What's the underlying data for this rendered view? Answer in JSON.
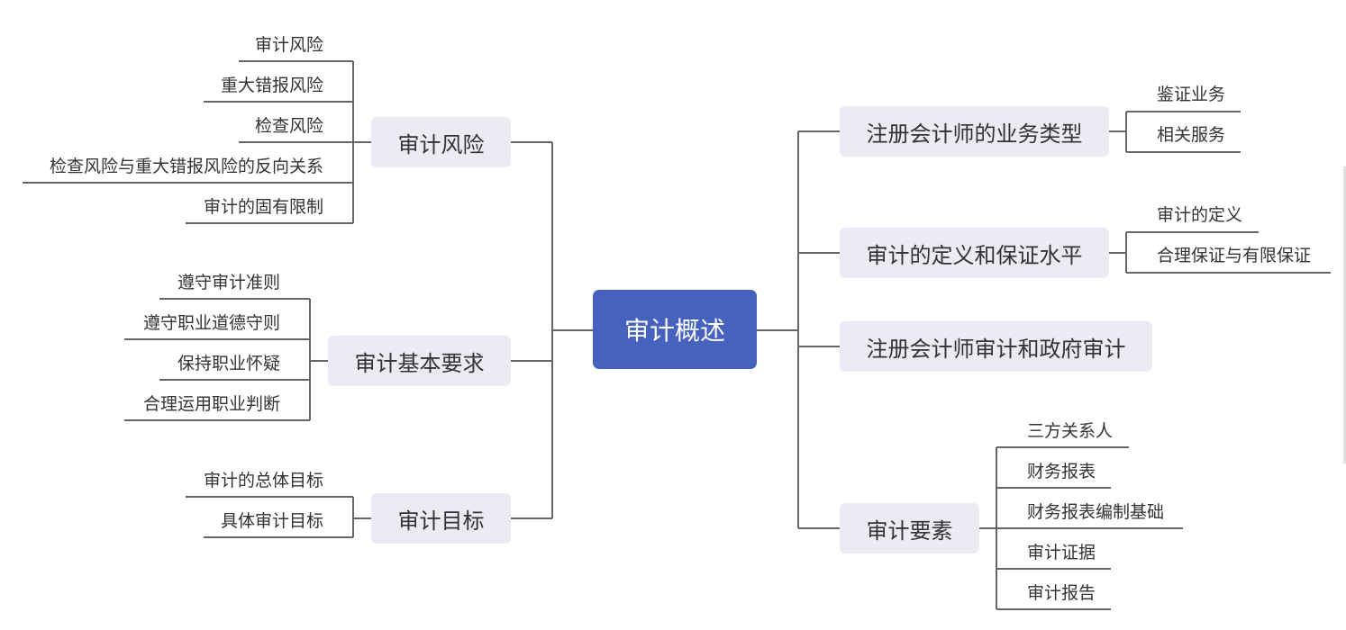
{
  "mindmap": {
    "root": {
      "label": "审计概述"
    },
    "left_branches": [
      {
        "label": "审计风险",
        "children": [
          "审计风险",
          "重大错报风险",
          "检查风险",
          "检查风险与重大错报风险的反向关系",
          "审计的固有限制"
        ]
      },
      {
        "label": "审计基本要求",
        "children": [
          "遵守审计准则",
          "遵守职业道德守则",
          "保持职业怀疑",
          "合理运用职业判断"
        ]
      },
      {
        "label": "审计目标",
        "children": [
          "审计的总体目标",
          "具体审计目标"
        ]
      }
    ],
    "right_branches": [
      {
        "label": "注册会计师的业务类型",
        "children": [
          "鉴证业务",
          "相关服务"
        ]
      },
      {
        "label": "审计的定义和保证水平",
        "children": [
          "审计的定义",
          "合理保证与有限保证"
        ]
      },
      {
        "label": "注册会计师审计和政府审计",
        "children": []
      },
      {
        "label": "审计要素",
        "children": [
          "三方关系人",
          "财务报表",
          "财务报表编制基础",
          "审计证据",
          "审计报告"
        ]
      }
    ]
  },
  "colors": {
    "root_bg": "#4462be",
    "node_bg": "#ebebf3",
    "line": "#666666",
    "text": "#333333"
  }
}
